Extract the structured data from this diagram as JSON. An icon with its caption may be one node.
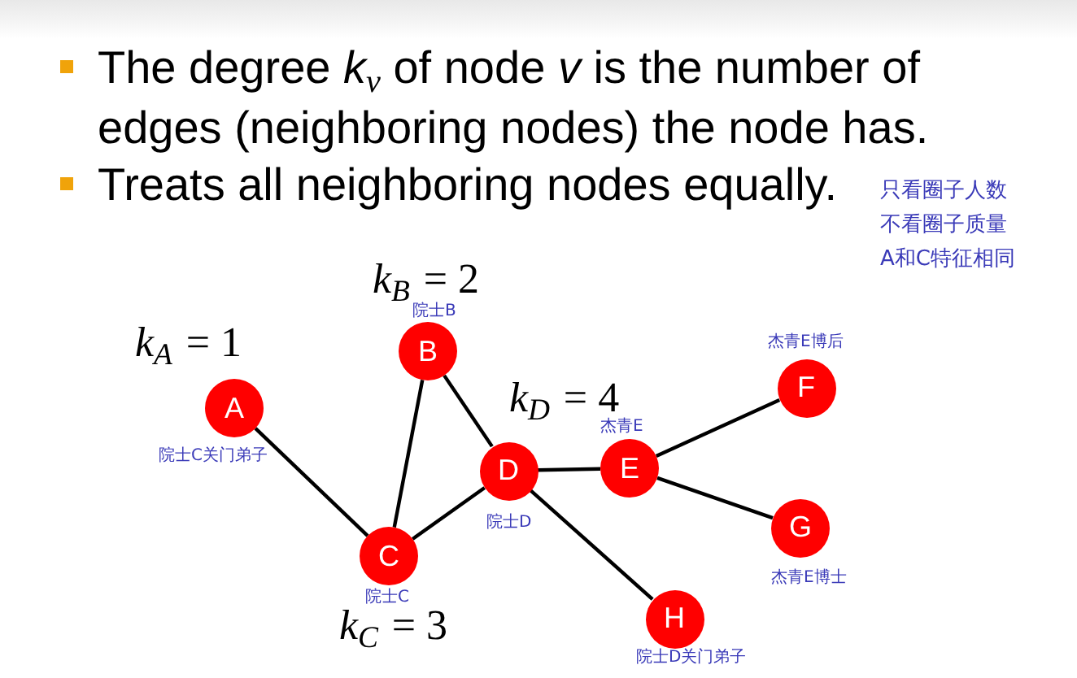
{
  "diagram": {
    "nodes": [
      {
        "text": [
          "A"
        ],
        "beside": [
          "*k*$_{A}$ = 1",
          "院士C关门弟子"
        ]
      },
      {
        "text": [
          "B"
        ],
        "beside": [
          "*k*$_{B}$ = 2",
          "院士B"
        ]
      },
      {
        "text": [
          "C"
        ],
        "beside": [
          "院士C",
          "*k*$_{C}$ = 3"
        ]
      },
      {
        "text": [
          "D"
        ],
        "beside": [
          "*k*$_{D}$ = 4",
          "院士D"
        ]
      },
      {
        "text": [
          "E"
        ],
        "beside": [
          "杰青E"
        ]
      },
      {
        "text": [
          "F"
        ],
        "beside": [
          "杰青E博后"
        ]
      },
      {
        "text": [
          "G"
        ],
        "beside": [
          "杰青E博士"
        ]
      },
      {
        "text": [
          "H"
        ],
        "beside": [
          "院士D关门弟子"
        ]
      }
    ],
    "edges": [
      {
        "from": 0,
        "to": 2,
        "arrow": "none"
      },
      {
        "from": 1,
        "to": 2,
        "arrow": "none"
      },
      {
        "from": 1,
        "to": 3,
        "arrow": "none"
      },
      {
        "from": 2,
        "to": 3,
        "arrow": "none"
      },
      {
        "from": 3,
        "to": 4,
        "arrow": "none"
      },
      {
        "from": 4,
        "to": 5,
        "arrow": "none"
      },
      {
        "from": 4,
        "to": 6,
        "arrow": "none"
      },
      {
        "from": 3,
        "to": 7,
        "arrow": "none"
      }
    ],
    "labels": [
      "The degree *k*$_{v}$ of node *v* is the number of edges (neighboring nodes) the node has.",
      "Treats all neighboring nodes equally.",
      "只看圈子人数",
      "不看圈子质量",
      "A和C特征相同"
    ]
  }
}
